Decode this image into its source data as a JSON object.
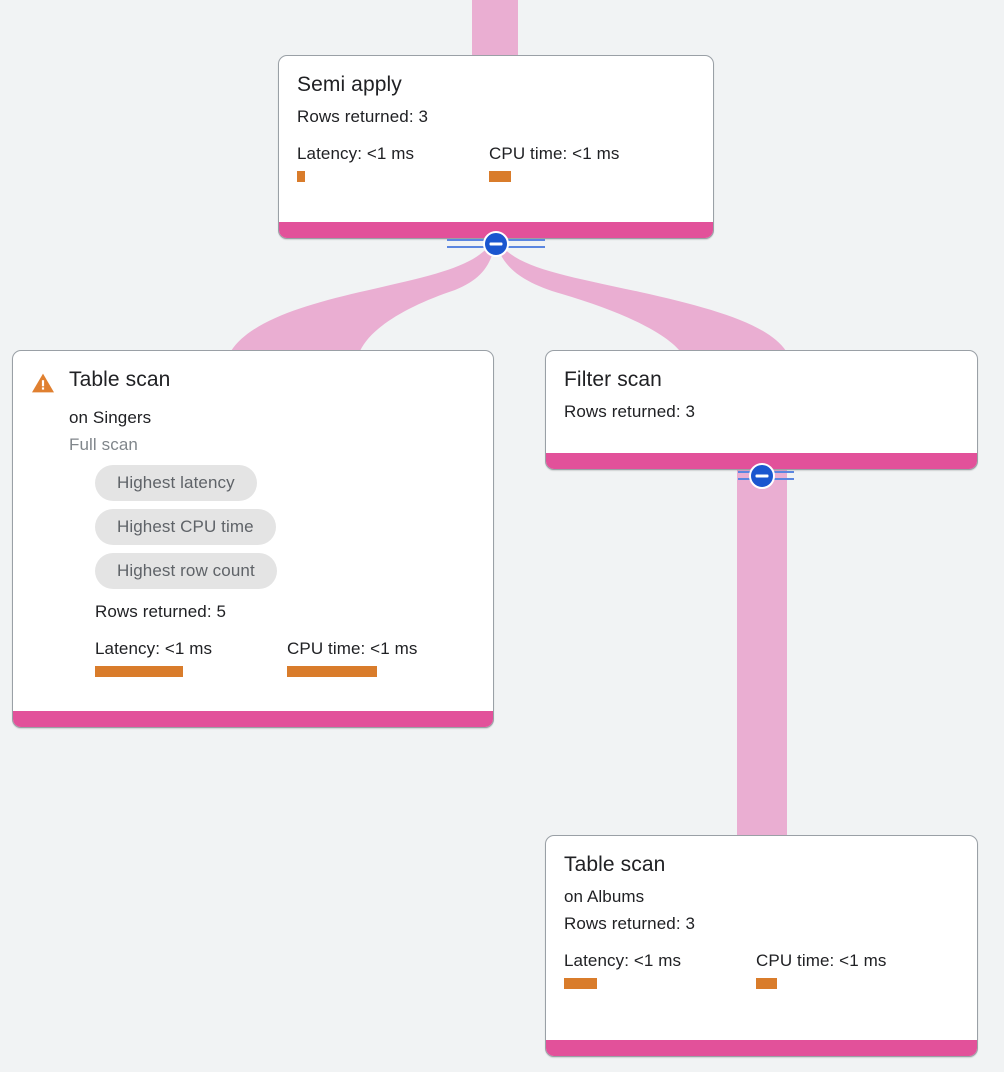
{
  "graph": {
    "background_color": "#f1f3f4",
    "edge_color": "#eaaed2",
    "accent_bar_color": "#e2519a",
    "metric_bar_color": "#d97c2b",
    "toggle_color": "#1a56cf",
    "warning_color": "#e08030"
  },
  "nodes": {
    "semi_apply": {
      "title": "Semi apply",
      "rows_returned": "Rows returned: 3",
      "latency_label": "Latency: <1 ms",
      "cpu_label": "CPU time: <1 ms",
      "latency_bar_width": 8,
      "cpu_bar_width": 22
    },
    "table_scan_singers": {
      "title": "Table scan",
      "on_table": "on Singers",
      "scan_type": "Full scan",
      "chips": [
        "Highest latency",
        "Highest CPU time",
        "Highest row count"
      ],
      "rows_returned": "Rows returned: 5",
      "latency_label": "Latency: <1 ms",
      "cpu_label": "CPU time: <1 ms",
      "latency_bar_width": 88,
      "cpu_bar_width": 90,
      "warning_icon": "warning-triangle-icon"
    },
    "filter_scan": {
      "title": "Filter scan",
      "rows_returned": "Rows returned: 3"
    },
    "table_scan_albums": {
      "title": "Table scan",
      "on_table": "on Albums",
      "rows_returned": "Rows returned: 3",
      "latency_label": "Latency: <1 ms",
      "cpu_label": "CPU time: <1 ms",
      "latency_bar_width": 33,
      "cpu_bar_width": 21
    }
  },
  "toggles": {
    "semi_apply_collapse": "collapse-minus-icon",
    "filter_scan_collapse": "collapse-minus-icon"
  }
}
